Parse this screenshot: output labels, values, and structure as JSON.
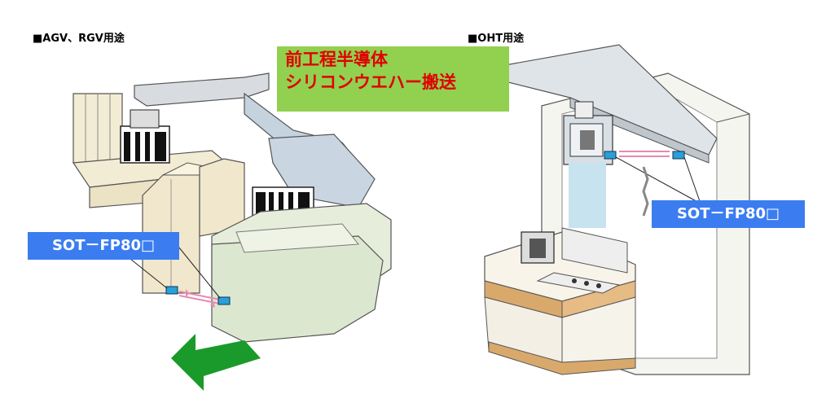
{
  "left_section": {
    "title": "■AGV、RGV用途",
    "sensor_label": "SOT－FP80□"
  },
  "right_section": {
    "title": "■OHT用途",
    "sensor_label": "SOT－FP80□"
  },
  "callout": {
    "line1": "前工程半導体",
    "line2": "シリコンウエハー搬送"
  },
  "colors": {
    "callout_bg": "#92d050",
    "callout_text": "#e00000",
    "label_bg": "#3b7df0",
    "arrow": "#1a9a2a",
    "beam": "#c8e3f0",
    "sensor": "#2a9fd8"
  }
}
